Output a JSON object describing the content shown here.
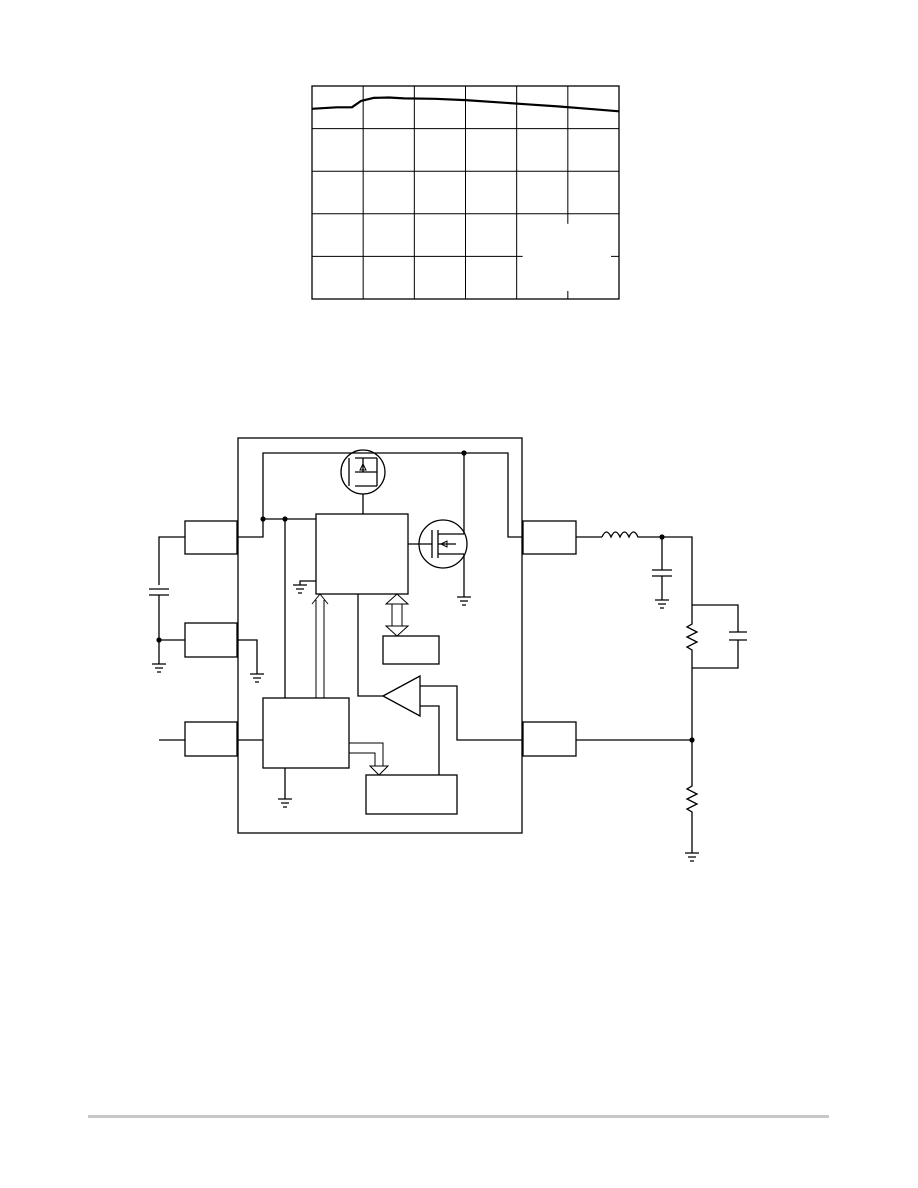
{
  "chart_data": {
    "type": "line",
    "x": [
      0.0,
      0.08,
      0.13,
      0.16,
      0.2,
      0.25,
      0.3,
      0.4,
      0.5,
      0.6,
      0.7,
      0.8,
      0.9,
      1.0
    ],
    "series": [
      {
        "values": [
          0.893,
          0.9,
          0.9,
          0.93,
          0.944,
          0.946,
          0.942,
          0.94,
          0.934,
          0.924,
          0.914,
          0.904,
          0.893,
          0.881
        ]
      }
    ],
    "xlim": [
      0,
      1
    ],
    "ylim": [
      0,
      1
    ],
    "grid": true,
    "x_divisions": 6,
    "y_divisions": 5
  },
  "colors": {
    "ink": "#000000",
    "paper": "#ffffff",
    "rule": "#c8c8c8"
  }
}
